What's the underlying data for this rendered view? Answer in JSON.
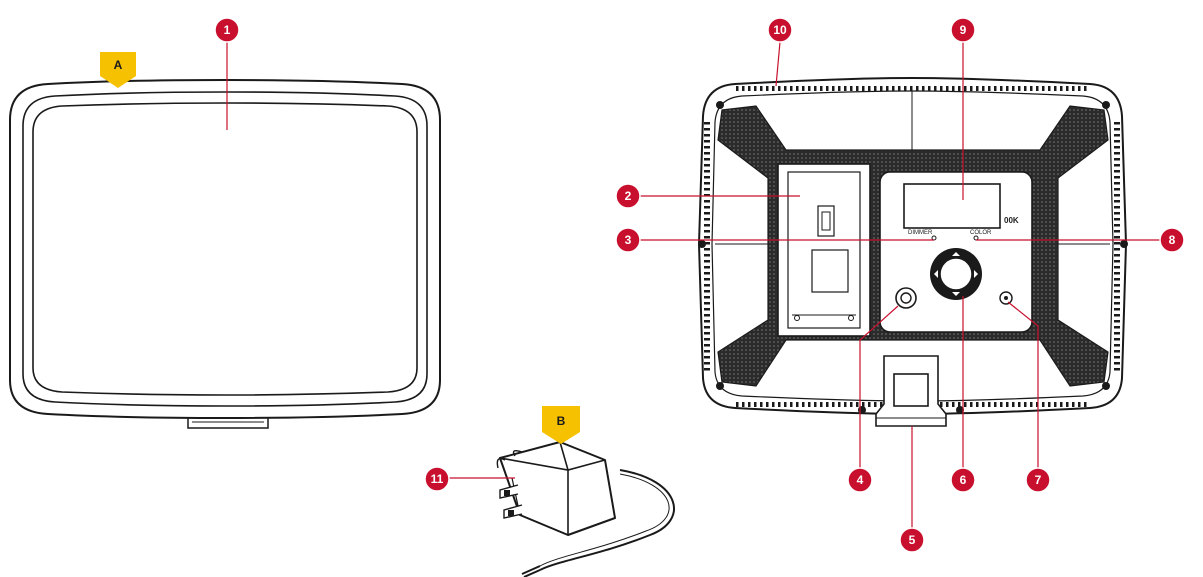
{
  "colors": {
    "callout": "#c8102e",
    "tag": "#f5c100",
    "line": "#1a1a1a",
    "speaker_grid": "#2b2b2b"
  },
  "tags": {
    "a": "A",
    "b": "B"
  },
  "callouts": {
    "c1": "1",
    "c2": "2",
    "c3": "3",
    "c4": "4",
    "c5": "5",
    "c6": "6",
    "c7": "7",
    "c8": "8",
    "c9": "9",
    "c10": "10",
    "c11": "11"
  },
  "panel": {
    "dimmer": "DIMMER",
    "color": "COLOR",
    "display_suffix": "00K"
  }
}
